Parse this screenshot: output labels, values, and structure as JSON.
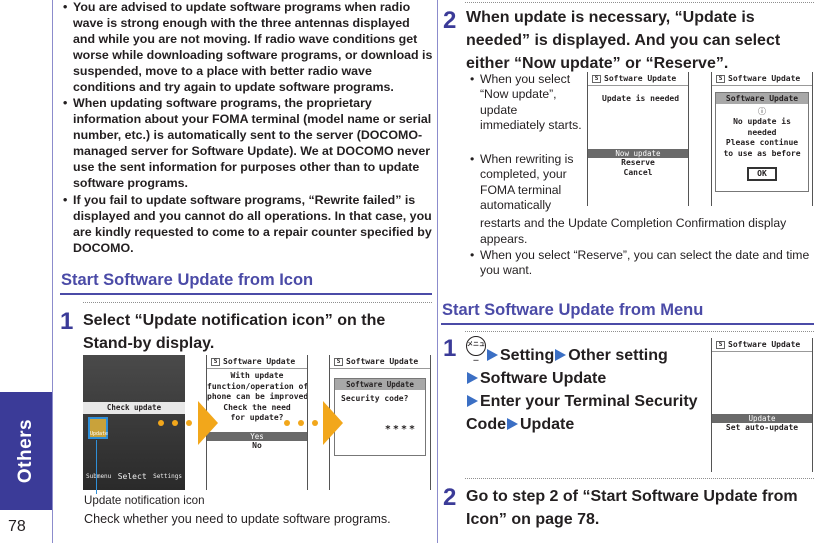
{
  "side_tab": {
    "label": "Others",
    "page_number": "78"
  },
  "bullets": [
    "You are advised to update software programs when radio wave is strong enough with the three antennas displayed and while you are not moving. If radio wave conditions get worse while downloading software programs, or download is suspended, move to a place with better radio wave conditions and try again to update software programs.",
    "When updating software programs, the proprietary information about your FOMA terminal (model name or serial number, etc.) is automatically sent to the server (DOCOMO-managed server for Software Update). We at DOCOMO never use the sent information for purposes other than to update software programs.",
    "If you fail to update software programs, “Rewrite failed” is displayed and you cannot do all operations. In that case, you are kindly requested to come to a repair counter specified by DOCOMO."
  ],
  "section_icon": {
    "heading": "Start Software Update from Icon",
    "step1": {
      "number": "1",
      "text": "Select “Update notification icon” on the Stand-by display.",
      "screen_standby": {
        "check_update": "Check update",
        "icon_label": "Update",
        "softkeys": [
          "Submenu",
          "Select",
          "Settings"
        ]
      },
      "screen_confirm": {
        "title": "Software Update",
        "message": [
          "With update",
          "function/operation of",
          "phone can be improved",
          "Check the need",
          "for update?"
        ],
        "options": [
          "Yes",
          "No"
        ]
      },
      "screen_security": {
        "title": "Software Update",
        "box_title": "Security code?",
        "masked": "****"
      },
      "icon_caption": "Update notification icon",
      "note": "Check whether you need to update software programs."
    }
  },
  "step2_icon": {
    "number": "2",
    "text": "When update is necessary, “Update is needed” is displayed. And you can select either “Now update” or “Reserve”.",
    "notes": [
      "When you select “Now update”, update immediately starts.",
      "When rewriting is completed, your FOMA terminal automatically restarts and the Update Completion Confirmation display appears.",
      "When you select “Reserve”, you can select the date and time you want."
    ],
    "screen_needed": {
      "title": "Software Update",
      "message": "Update is needed",
      "options": [
        "Now update",
        "Reserve",
        "Cancel"
      ]
    },
    "screen_noupdate": {
      "title": "Software Update",
      "box_title": "Software Update",
      "message": [
        "No update is",
        "needed",
        "Please continue",
        "to use as before"
      ],
      "ok": "OK"
    }
  },
  "section_menu": {
    "heading": "Start Software Update from Menu",
    "step1": {
      "number": "1",
      "menu_key": "メニュー",
      "path": [
        "Setting",
        "Other setting",
        "Software Update",
        "Enter your Terminal Security Code",
        "Update"
      ],
      "screen": {
        "title": "Software Update",
        "options": [
          "Update",
          "Set auto-update"
        ]
      }
    },
    "step2": {
      "number": "2",
      "text": "Go to step 2 of “Start Software Update from Icon” on page 78."
    }
  }
}
